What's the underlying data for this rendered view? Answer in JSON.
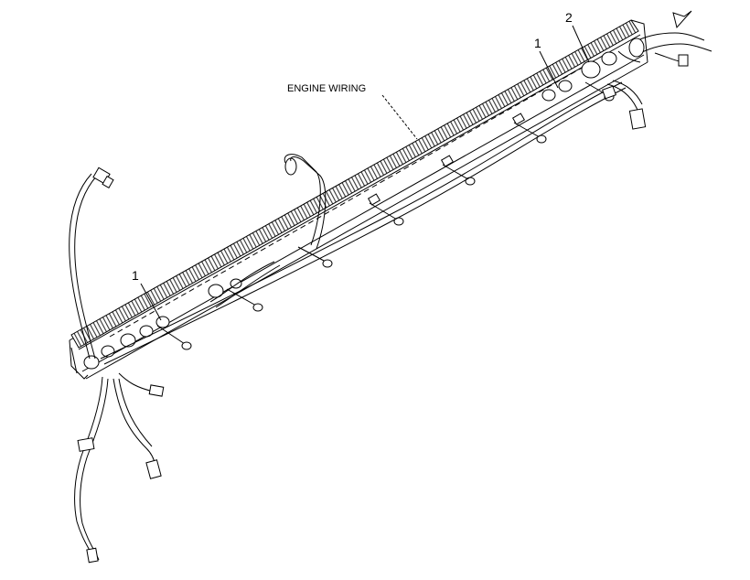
{
  "diagram": {
    "title_label": "ENGINE WIRING",
    "callouts": [
      {
        "id": "callout-1-left",
        "text": "1"
      },
      {
        "id": "callout-1-right",
        "text": "1"
      },
      {
        "id": "callout-2",
        "text": "2"
      }
    ],
    "colors": {
      "ink": "#000000",
      "background": "#ffffff",
      "shading": "#444444"
    }
  }
}
